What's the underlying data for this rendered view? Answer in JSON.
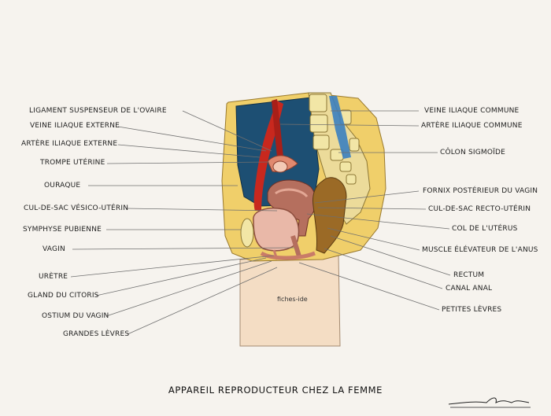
{
  "title": "APPAREIL REPRODUCTEUR CHEZ LA FEMME",
  "watermark": "fiches-ide",
  "signature": "Léona",
  "labels_left": [
    "LIGAMENT SUSPENSEUR DE L'OVAIRE",
    "VEINE ILIAQUE EXTERNE",
    "ARTÈRE ILIAQUE EXTERNE",
    "TROMPE UTÉRINE",
    "OURAQUE",
    "CUL-DE-SAC VÉSICO-UTÉRIN",
    "SYMPHYSE PUBIENNE",
    "VAGIN",
    "URÈTRE",
    "GLAND DU CITORIS",
    "OSTIUM DU VAGIN",
    "GRANDES LÈVRES"
  ],
  "labels_right": [
    "VEINE ILIAQUE COMMUNE",
    "ARTÈRE ILIAQUE COMMUNE",
    "CÔLON SIGMOÏDE",
    "FORNIX POSTÉRIEUR DU VAGIN",
    "CUL-DE-SAC RECTO-UTÉRIN",
    "COL DE L'UTÉRUS",
    "MUSCLE ÉLÉVATEUR DE L'ANUS",
    "RECTUM",
    "CANAL ANAL",
    "PETITES LÈVRES"
  ],
  "colors": {
    "background": "#f6f3ee",
    "abdominal_cavity": "#1d4f73",
    "artery": "#c8281e",
    "uterus": "#b56f5e",
    "bladder": "#e9b8a8",
    "fat": "#f0cf6a",
    "bone": "#ecdb9a",
    "vertebra": "#f2e6a6",
    "skin": "#f4ddc4",
    "rectum": "#9b6a26"
  }
}
